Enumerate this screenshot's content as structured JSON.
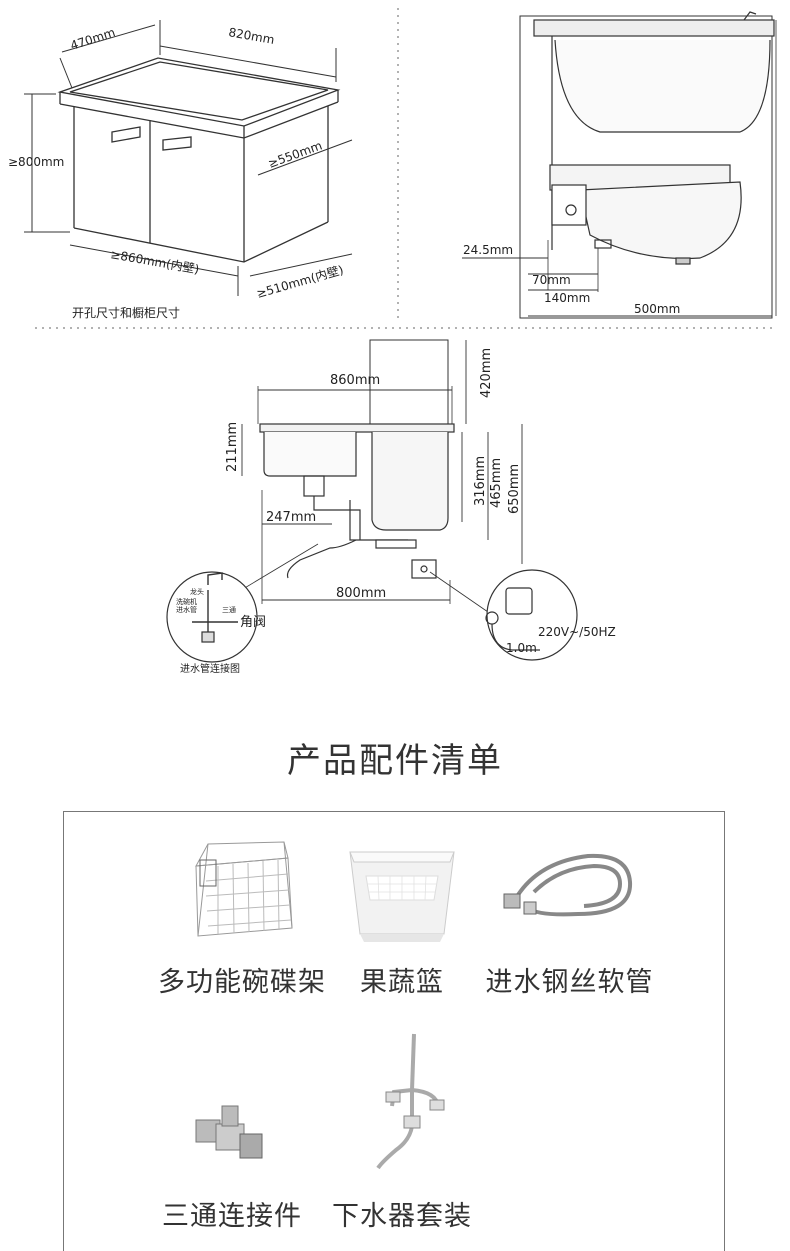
{
  "diagram_top_left": {
    "width_label": "820mm",
    "depth_label": "470mm",
    "height_label": "≥800mm",
    "inner_width_label": "≥860mm(内壁)",
    "inner_depth_label": "≥510mm(内壁)",
    "side_depth_label": "≥550mm",
    "caption": "开孔尺寸和橱柜尺寸"
  },
  "diagram_top_right": {
    "label_a": "24.5mm",
    "label_b": "70mm",
    "label_c": "140mm",
    "label_d": "500mm"
  },
  "diagram_middle": {
    "width_top": "860mm",
    "height_top": "420mm",
    "left_height": "211mm",
    "inner_height": "316mm",
    "mid_height": "465mm",
    "total_height": "650mm",
    "pipe_offset": "247mm",
    "bottom_width": "800mm",
    "inset_left": {
      "faucet": "龙头",
      "dishwasher_inlet_1": "洗碗机",
      "dishwasher_inlet_2": "进水管",
      "tee": "三通",
      "angle_valve": "角阀",
      "caption": "进水管连接图"
    },
    "inset_right": {
      "voltage": "220V~/50HZ",
      "cable": "1.0m"
    }
  },
  "section_title": "产品配件清单",
  "items": [
    {
      "label": "多功能碗碟架",
      "icon": "dish-rack-icon"
    },
    {
      "label": "果蔬篮",
      "icon": "fruit-basket-icon"
    },
    {
      "label": "进水钢丝软管",
      "icon": "steel-hose-icon"
    },
    {
      "label": "三通连接件",
      "icon": "tee-connector-icon"
    },
    {
      "label": "下水器套装",
      "icon": "drain-kit-icon"
    }
  ]
}
